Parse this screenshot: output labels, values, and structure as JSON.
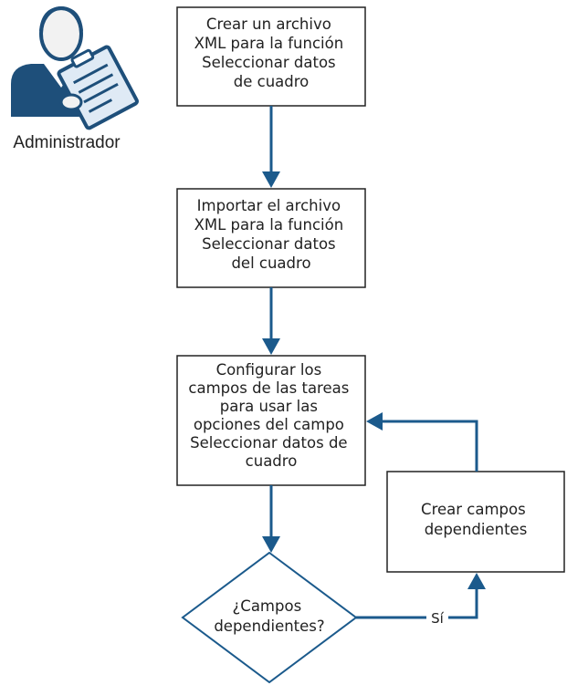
{
  "actor": {
    "label": "Administrador",
    "icon": "administrator-clipboard-icon",
    "colors": {
      "skin": "#f2f2f2",
      "outline": "#1e4f7a",
      "shirt": "#1e4f7a",
      "paper": "#dfeaf5"
    }
  },
  "steps": [
    {
      "id": "step1",
      "lines": [
        "Crear un archivo",
        "XML para la función",
        "Seleccionar datos",
        "de cuadro"
      ]
    },
    {
      "id": "step2",
      "lines": [
        "Importar el archivo",
        "XML para la función",
        "Seleccionar datos",
        "del cuadro"
      ]
    },
    {
      "id": "step3",
      "lines": [
        "Configurar los",
        "campos de las tareas",
        "para usar las",
        "opciones del campo",
        "Seleccionar datos de",
        "cuadro"
      ]
    },
    {
      "id": "side",
      "lines": [
        "Crear campos",
        "dependientes"
      ]
    }
  ],
  "decision": {
    "lines": [
      "¿Campos",
      "dependientes?"
    ]
  },
  "edges": {
    "yes_label": "Sí"
  },
  "colors": {
    "box_stroke": "#222222",
    "arrow": "#1b5a8c",
    "text": "#222222"
  }
}
